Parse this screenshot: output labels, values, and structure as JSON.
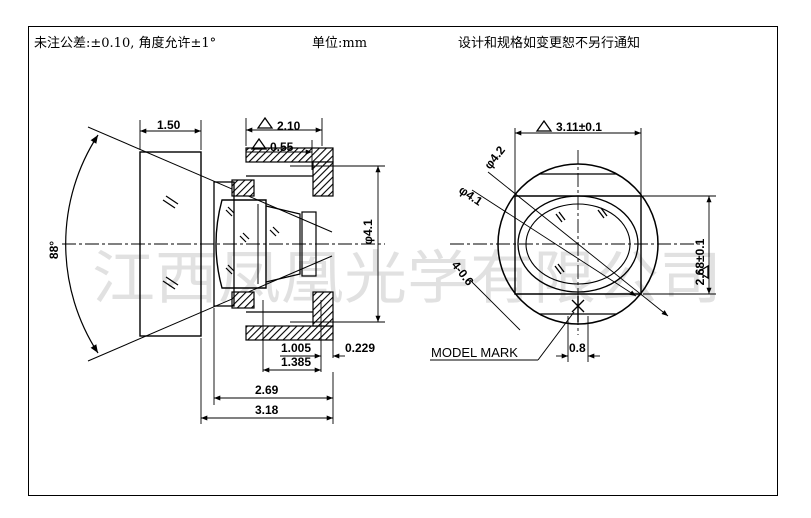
{
  "header": {
    "tolerance": "未注公差:±0.10, 角度允许±1°",
    "unit": "单位:mm",
    "notice": "设计和规格如变更恕不另行通知"
  },
  "watermark": "江西凤凰光学有限公司",
  "dimensions": {
    "d150": "1.50",
    "d210": "2.10",
    "d055": "0.55",
    "phi41_side": "φ4.1",
    "angle88": "88°",
    "d1005": "1.005",
    "d0229": "0.229",
    "d1385": "1.385",
    "d269": "2.69",
    "d318": "3.18",
    "d311": "3.11±0.1",
    "phi42": "φ4.2",
    "phi41_front": "φ4.1",
    "d406": "4-0.6",
    "d268": "2.68±0.1",
    "d08": "0.8",
    "model_mark": "MODEL MARK"
  }
}
